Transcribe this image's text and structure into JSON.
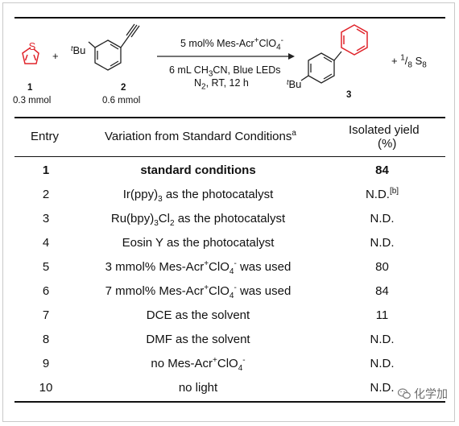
{
  "scheme": {
    "reactant1": {
      "label_number": "1",
      "amount": "0.3 mmol",
      "atom": "S"
    },
    "reactant2": {
      "label_number": "2",
      "amount": "0.6 mmol",
      "substituent_t": "t",
      "substituent_bu": "Bu"
    },
    "plus": "+",
    "conditions": {
      "line1_main": "5 mol% Mes-Acr",
      "line1_sup1": "+",
      "line1_mid": "ClO",
      "line1_sub": "4",
      "line1_sup2": "-",
      "line2_a": "6 mL CH",
      "line2_sub1": "3",
      "line2_b": "CN, Blue LEDs",
      "line3_a": "N",
      "line3_sub": "2",
      "line3_b": ", RT,  12 h"
    },
    "product": {
      "label_number": "3",
      "substituent_t": "t",
      "substituent_bu": "Bu",
      "byproduct_plus": "+",
      "byproduct_num": "1",
      "byproduct_den": "8",
      "byproduct_sym": "S",
      "byproduct_sub": "8"
    }
  },
  "table": {
    "headers": {
      "entry": "Entry",
      "variation": "Variation from Standard Conditions",
      "variation_sup": "a",
      "yield_line1": "Isolated yield",
      "yield_line2": "(%)"
    },
    "rows": [
      {
        "entry": "1",
        "variation": "standard conditions",
        "yield": "84"
      },
      {
        "entry": "2",
        "variation_parts": [
          "Ir(ppy)",
          "3",
          " as the photocatalyst"
        ],
        "yield": "N.D.",
        "yield_sup": "[b]"
      },
      {
        "entry": "3",
        "variation_parts": [
          "Ru(bpy)",
          "3",
          "Cl",
          "2",
          " as the photocatalyst"
        ],
        "yield": "N.D."
      },
      {
        "entry": "4",
        "variation": "Eosin Y as the photocatalyst",
        "yield": "N.D."
      },
      {
        "entry": "5",
        "variation_parts": [
          "3 mmol% Mes-Acr",
          "+",
          "ClO",
          "4",
          "-",
          " was used"
        ],
        "yield": "80"
      },
      {
        "entry": "6",
        "variation_parts": [
          "7 mmol% Mes-Acr",
          "+",
          "ClO",
          "4",
          "-",
          " was used"
        ],
        "yield": "84"
      },
      {
        "entry": "7",
        "variation": "DCE as the solvent",
        "yield": "11"
      },
      {
        "entry": "8",
        "variation": "DMF as the solvent",
        "yield": "N.D."
      },
      {
        "entry": "9",
        "variation_parts": [
          "no Mes-Acr",
          "+",
          "ClO",
          "4",
          "-"
        ],
        "yield": "N.D."
      },
      {
        "entry": "10",
        "variation": "no light",
        "yield": "N.D."
      }
    ]
  },
  "watermark": {
    "text": "化学加",
    "icon": "wechat-icon"
  },
  "colors": {
    "highlight": "#e0242b",
    "ink": "#111111"
  }
}
